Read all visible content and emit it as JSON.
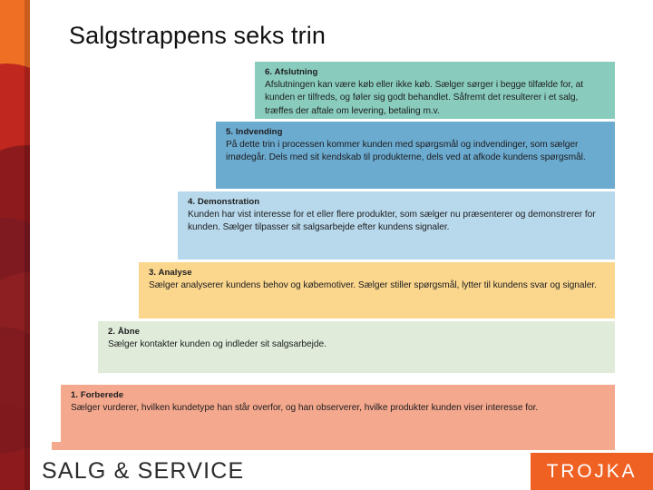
{
  "slide": {
    "title": "Salgstrappens seks trin"
  },
  "steps": [
    {
      "id": "step6",
      "title": "6. Afslutning",
      "body": "Afslutningen kan være køb eller ikke køb. Sælger sørger i begge tilfælde for, at kunden er tilfreds, og føler sig godt behandlet. Såfremt det resulterer i et salg, træffes der aftale om levering, betaling m.v.",
      "color": "#89ccbd"
    },
    {
      "id": "step5",
      "title": "5. Indvending",
      "body": "På dette trin i processen kommer kunden med spørgsmål og indvendinger, som sælger imødegår. Dels med sit kendskab til produkterne, dels ved at afkode kundens spørgsmål.",
      "color": "#6cabd0"
    },
    {
      "id": "step4",
      "title": "4. Demonstration",
      "body": "Kunden har vist interesse for et eller flere produkter, som sælger nu præsenterer og demonstrerer for kunden. Sælger tilpasser sit salgsarbejde efter kundens signaler.",
      "color": "#b8d9ec"
    },
    {
      "id": "step3",
      "title": "3. Analyse",
      "body": "Sælger analyserer kundens behov og købemotiver. Sælger stiller spørgsmål, lytter til kundens svar og signaler.",
      "color": "#fbd68d"
    },
    {
      "id": "step2",
      "title": "2. Åbne",
      "body": "Sælger kontakter kunden og indleder sit salgsarbejde.",
      "color": "#e0ecd9"
    },
    {
      "id": "step1",
      "title": "1. Forberede",
      "body": "Sælger vurderer, hvilken kundetype han står overfor, og han observerer, hvilke produkter kunden viser interesse for.",
      "color": "#f4a88d"
    }
  ],
  "footer": {
    "series_title": "SALG & SERVICE",
    "logo_text": "TROJKA",
    "logo_color": "#ef6123",
    "bar_color": "#f4a88d"
  },
  "decor": {
    "band_top_color": "#ef6f24",
    "band_mid_color": "#c0281f",
    "band_bottom_color": "#8d1a1c"
  }
}
